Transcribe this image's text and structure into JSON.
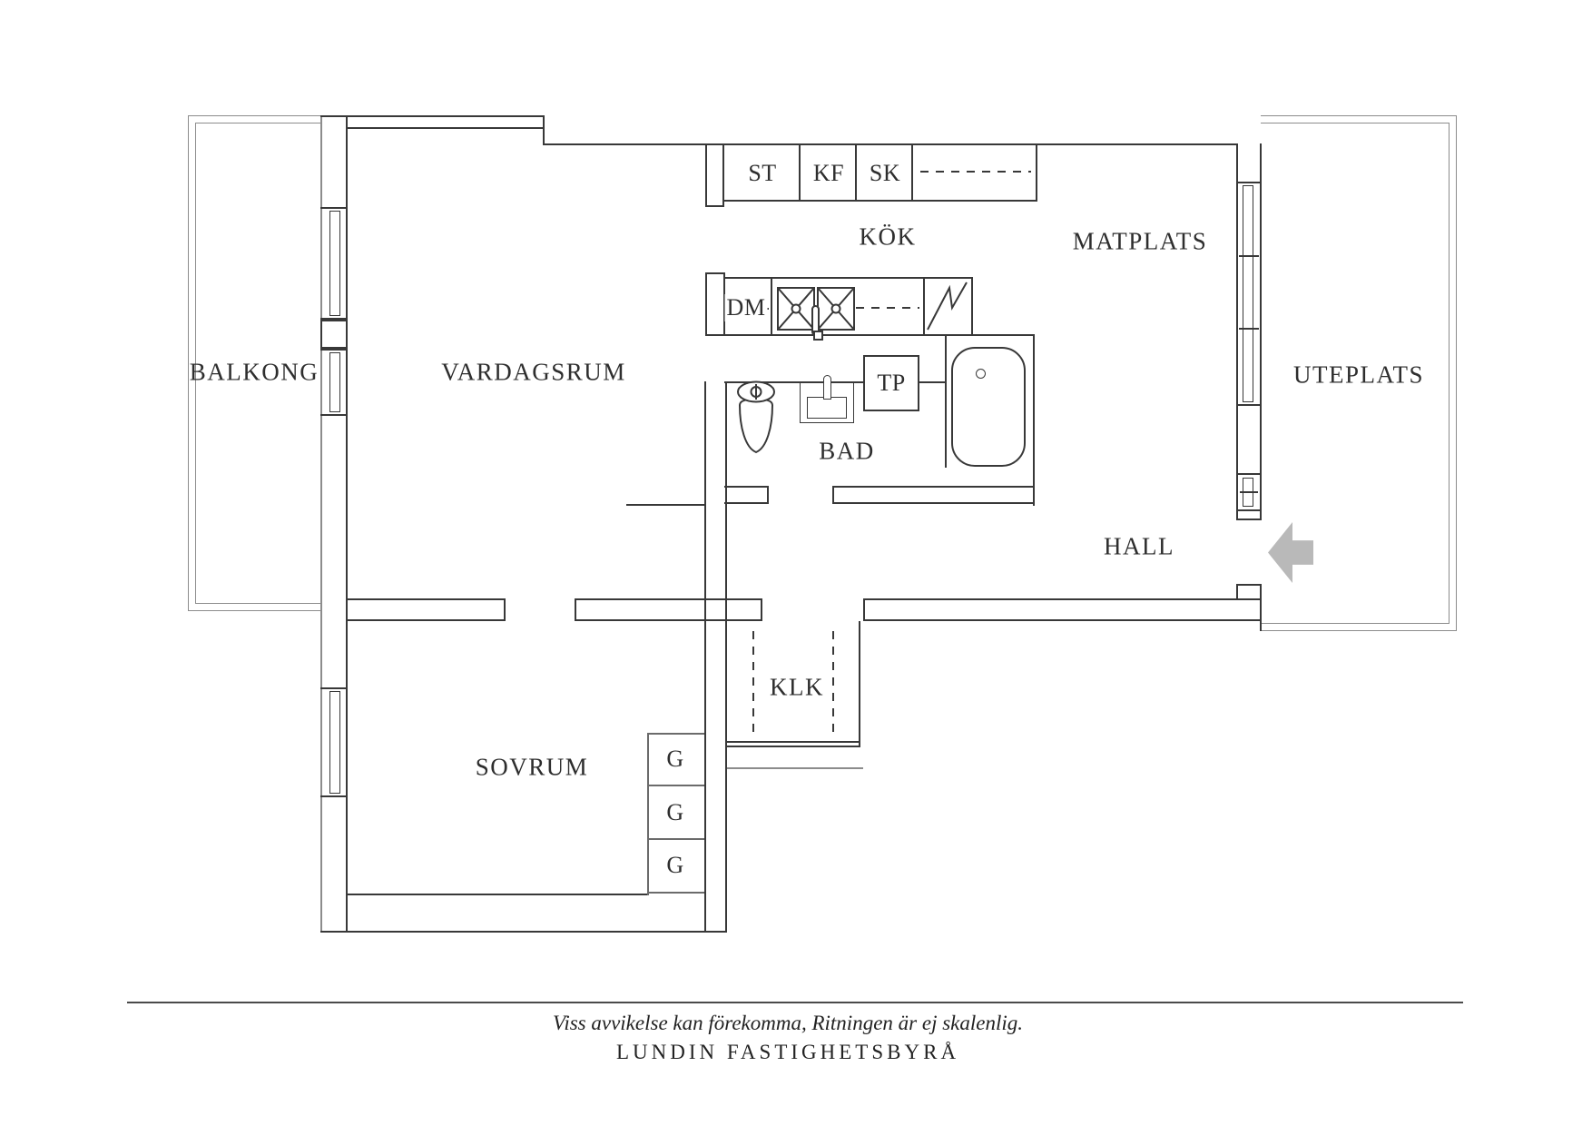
{
  "plan": {
    "rooms": {
      "balkong": "BALKONG",
      "vardagsrum": "VARDAGSRUM",
      "kok": "KÖK",
      "matplats": "MATPLATS",
      "uteplats": "UTEPLATS",
      "bad": "BAD",
      "hall": "HALL",
      "klk": "KLK",
      "sovrum": "SOVRUM"
    },
    "fixtures": {
      "st": "ST",
      "kf": "KF",
      "sk": "SK",
      "dm": "DM",
      "tp": "TP",
      "g1": "G",
      "g2": "G",
      "g3": "G"
    },
    "colors": {
      "line": "#383838",
      "outline_gray": "#8c8c8c",
      "entrance_arrow": "#b9b9b9"
    }
  },
  "footer": {
    "disclaimer": "Viss avvikelse kan förekomma, Ritningen är ej skalenlig.",
    "brand": "LUNDIN FASTIGHETSBYRÅ"
  }
}
